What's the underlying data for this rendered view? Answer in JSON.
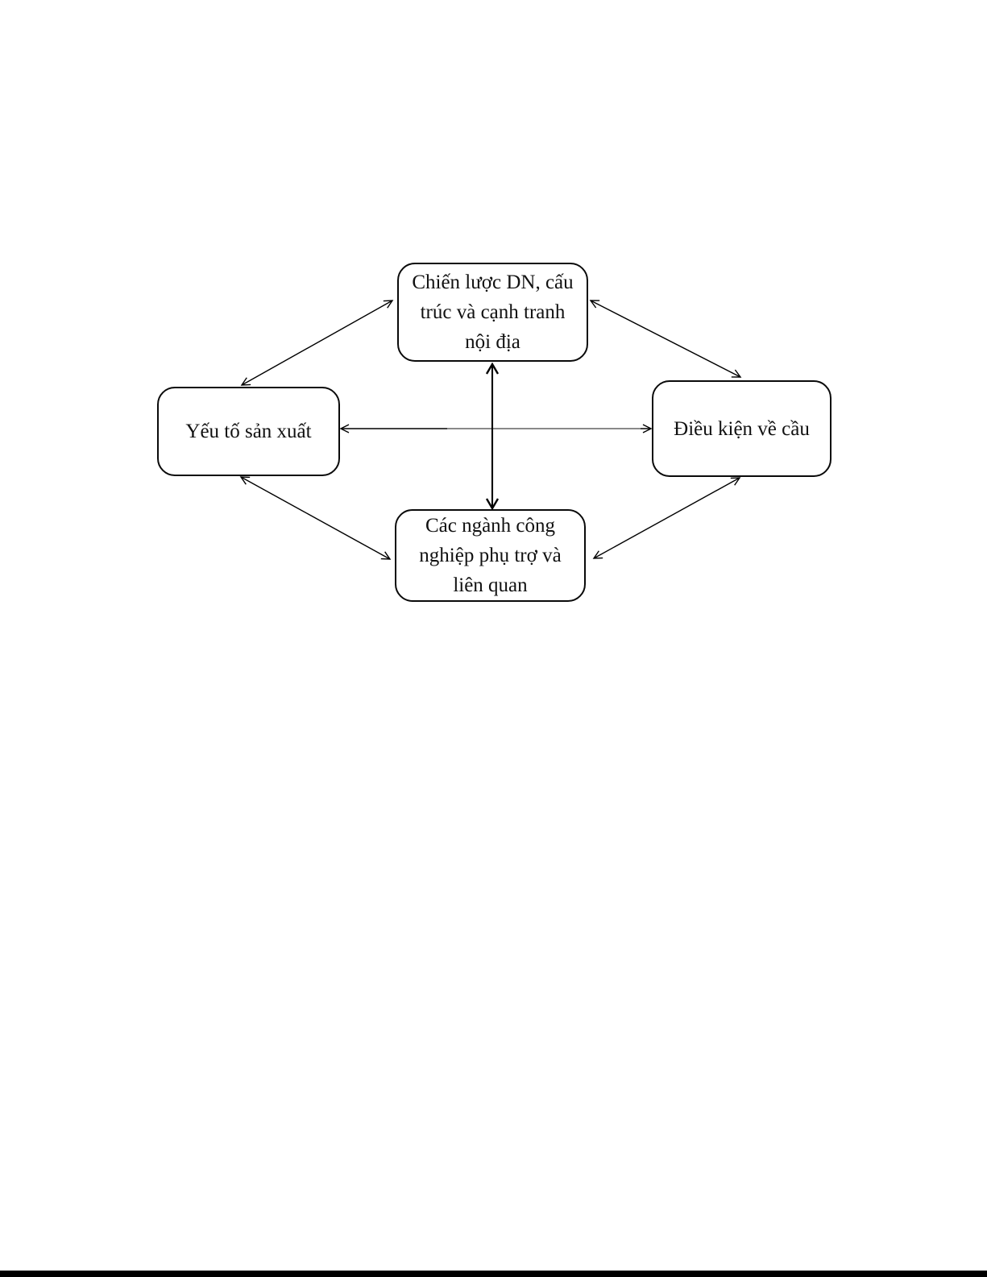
{
  "page": {
    "background_color": "#ffffff",
    "bottom_rule_color": "#000000"
  },
  "diagram": {
    "type": "relationship-diagram",
    "stroke_color": "#000000",
    "node_fill": "#ffffff",
    "nodes": [
      {
        "id": "strategy",
        "label": "Chiến lược DN, cấu\ntrúc và cạnh tranh\nnội địa",
        "position": "top"
      },
      {
        "id": "factors",
        "label": "Yếu tố sản xuất",
        "position": "left"
      },
      {
        "id": "demand",
        "label": "Điều kiện về cầu",
        "position": "right"
      },
      {
        "id": "industries",
        "label": "Các ngành công\nnghiệp phụ trợ và\nliên quan",
        "position": "bottom"
      }
    ],
    "edges": [
      {
        "from": "factors",
        "to": "strategy",
        "type": "double-arrow"
      },
      {
        "from": "strategy",
        "to": "demand",
        "type": "double-arrow"
      },
      {
        "from": "factors",
        "to": "demand",
        "type": "double-arrow"
      },
      {
        "from": "strategy",
        "to": "industries",
        "type": "double-arrow"
      },
      {
        "from": "factors",
        "to": "industries",
        "type": "double-arrow"
      },
      {
        "from": "industries",
        "to": "demand",
        "type": "double-arrow"
      }
    ]
  }
}
